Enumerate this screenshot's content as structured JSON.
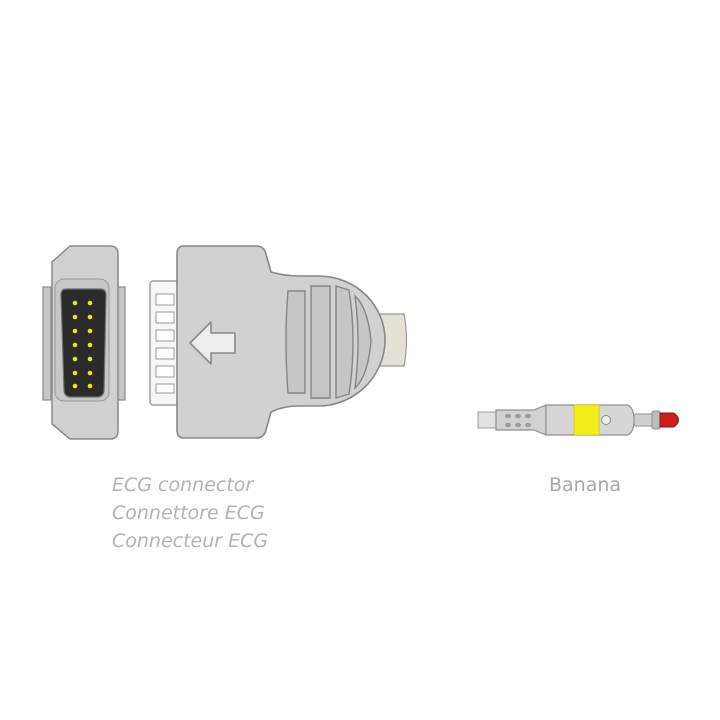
{
  "ecg_connector": {
    "labels": [
      "ECG connector",
      "Connettore ECG",
      "Connecteur ECG"
    ]
  },
  "banana_connector": {
    "label": "Banana"
  },
  "colors": {
    "connector_body": "#cfcfcf",
    "connector_edge": "#888888",
    "socket_inner": "#2b2b2b",
    "pin": "#e8e22a",
    "cable": "#e6e1d6",
    "banana_band": "#f2ee1a",
    "banana_tip": "#c9211c"
  }
}
